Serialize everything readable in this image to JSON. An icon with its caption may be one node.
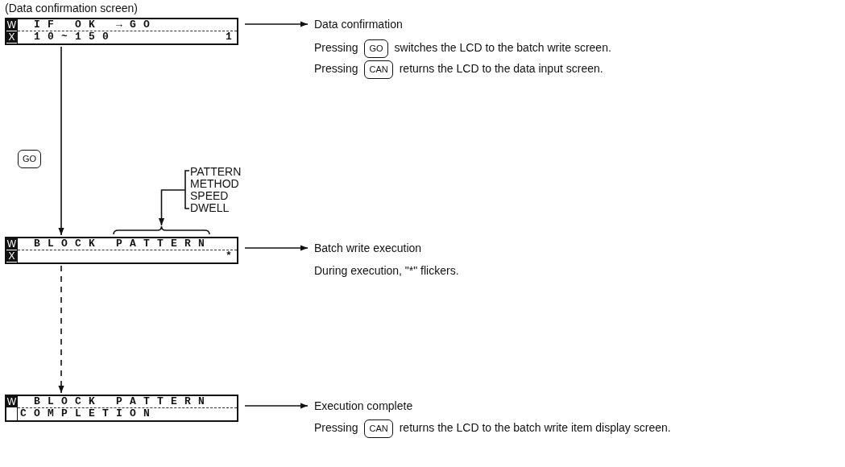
{
  "diagram": {
    "nodes": [
      {
        "text": [
          "(Data confirmation screen)",
          "W",
          "IF OK →GO",
          "X",
          "10~150",
          "1"
        ]
      },
      {
        "text": [
          "Data confirmation"
        ]
      },
      {
        "text": [
          "GO"
        ]
      },
      {
        "text": [
          "CAN"
        ]
      },
      {
        "text": [
          "GO"
        ]
      },
      {
        "text": [
          "PATTERN",
          "METHOD",
          "SPEED",
          "DWELL"
        ]
      },
      {
        "text": [
          "W",
          "BLOCK PATTERN",
          "X",
          "*"
        ]
      },
      {
        "text": [
          "Batch write execution",
          "During execution, \"*\" flickers."
        ]
      },
      {
        "text": [
          "W",
          "BLOCK PATTERN",
          "COMPLETION"
        ]
      },
      {
        "text": [
          "Execution complete"
        ]
      },
      {
        "text": [
          "CAN"
        ]
      }
    ],
    "edges": [
      {
        "from": 0,
        "to": 1,
        "arrow": "to"
      },
      {
        "from": 0,
        "to": 6,
        "arrow": "to"
      },
      {
        "from": 5,
        "to": 6,
        "arrow": "to"
      },
      {
        "from": 6,
        "to": 7,
        "arrow": "to"
      },
      {
        "from": 6,
        "to": 8,
        "arrow": "to",
        "style": "dashed"
      },
      {
        "from": 8,
        "to": 9,
        "arrow": "to"
      }
    ],
    "labels": [
      "Pressing",
      "switches the LCD to the batch write screen.",
      "Pressing",
      "returns the LCD to the data input screen.",
      "Pressing",
      "returns the LCD to the batch write item display screen."
    ]
  }
}
